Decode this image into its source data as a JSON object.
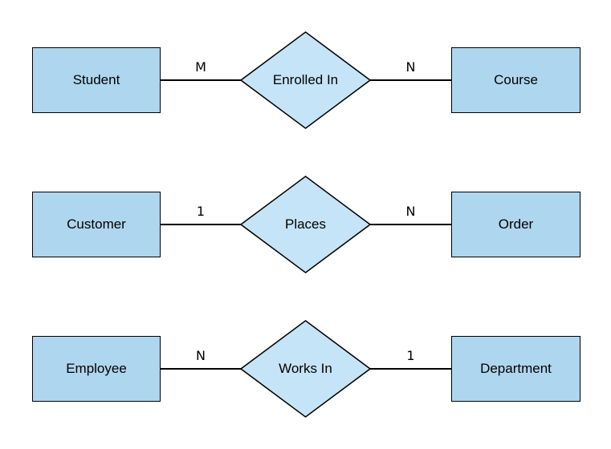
{
  "diagram": {
    "type": "entity-relationship-diagram",
    "background": "#FFFFFF",
    "colors": {
      "entity_fill": "#AFD6EF",
      "relationship_fill": "#C5E4F7",
      "stroke": "#000000",
      "text": "#000000"
    },
    "rows": [
      {
        "left_entity": "Student",
        "left_cardinality": "M",
        "relationship": "Enrolled In",
        "right_cardinality": "N",
        "right_entity": "Course"
      },
      {
        "left_entity": "Customer",
        "left_cardinality": "1",
        "relationship": "Places",
        "right_cardinality": "N",
        "right_entity": "Order"
      },
      {
        "left_entity": "Employee",
        "left_cardinality": "N",
        "relationship": "Works In",
        "right_cardinality": "1",
        "right_entity": "Department"
      }
    ]
  }
}
